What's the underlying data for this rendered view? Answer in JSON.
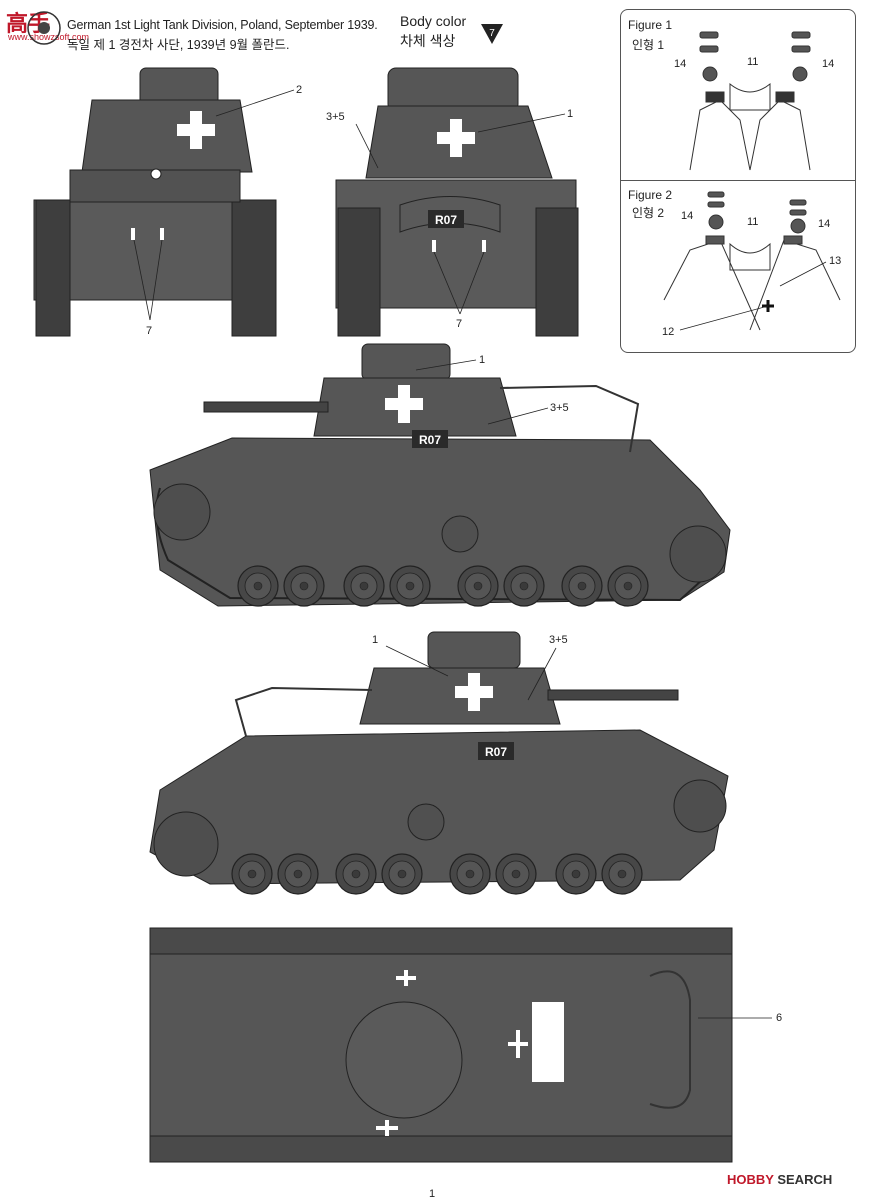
{
  "header": {
    "logo_text": "高手",
    "logo_subtext": "www.showzsoft.com",
    "caption_en": "German 1st Light Tank Division, Poland, September 1939.",
    "caption_ko": "독일 제 1 경전차 사단, 1939년 9월 폴란드.",
    "body_color_en": "Body color",
    "body_color_ko": "차체 색상",
    "body_color_number": "7"
  },
  "views": {
    "front": {
      "callouts": [
        "2",
        "7"
      ]
    },
    "rear": {
      "callouts": [
        "1",
        "3+5",
        "7"
      ],
      "plate": "R07"
    },
    "left_side": {
      "callouts": [
        "1",
        "3+5"
      ],
      "plate": "R07"
    },
    "right_side": {
      "callouts": [
        "1",
        "3+5"
      ],
      "plate": "R07"
    },
    "top": {
      "callouts": [
        "6"
      ]
    }
  },
  "figures": [
    {
      "title_en": "Figure 1",
      "title_ko": "인형 1",
      "callouts": [
        "11",
        "14",
        "14"
      ]
    },
    {
      "title_en": "Figure 2",
      "title_ko": "인형 2",
      "callouts": [
        "11",
        "14",
        "14",
        "13",
        "12"
      ]
    }
  ],
  "footer": {
    "page_number": "1",
    "watermark_1": "HOBBY",
    "watermark_2": "SEARCH"
  },
  "colors": {
    "tank_grey": "#565656",
    "tank_dark": "#3e3e3e",
    "wheel": "#4a4a4a",
    "marking_white": "#ffffff",
    "logo_red": "#c0182a"
  }
}
